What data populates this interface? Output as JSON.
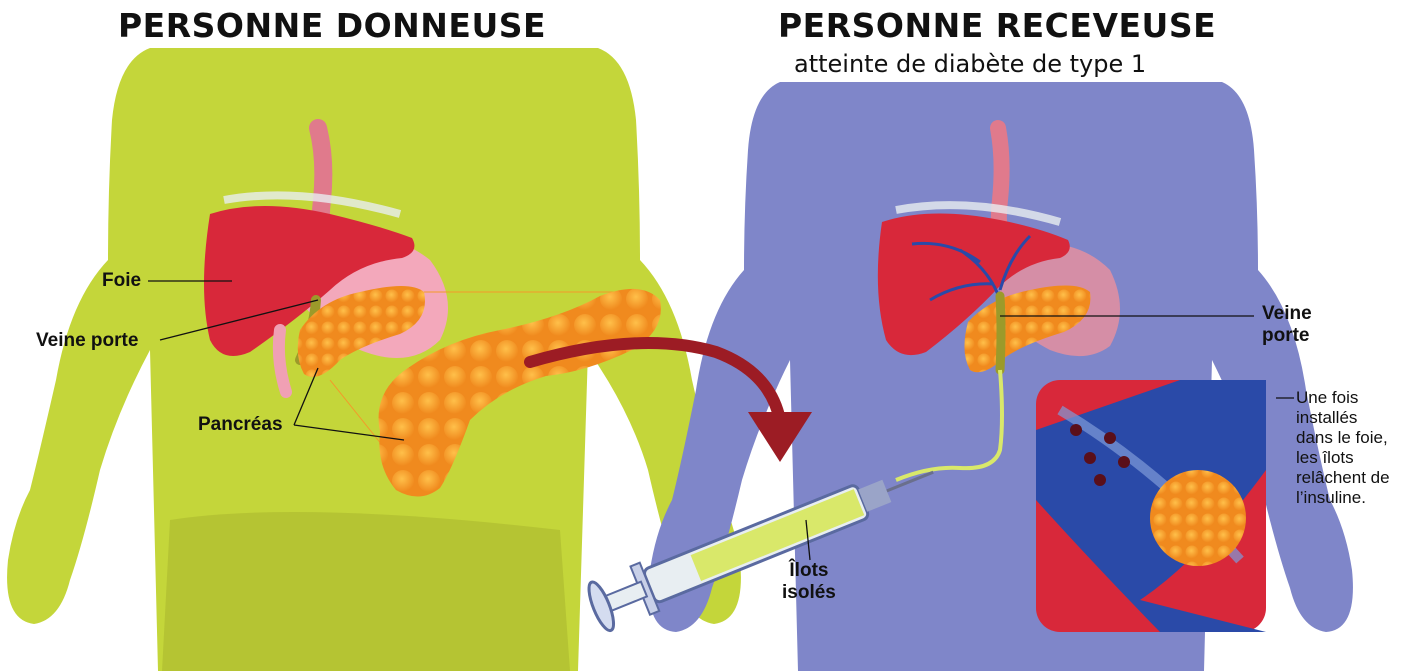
{
  "titles": {
    "donor": "PERSONNE DONNEUSE",
    "recipient": "PERSONNE RECEVEUSE",
    "recipient_subtitle": "atteinte de diabète de type 1"
  },
  "labels": {
    "liver": "Foie",
    "portal_vein_donor": "Veine porte",
    "pancreas": "Pancréas",
    "portal_vein_recipient_line1": "Veine",
    "portal_vein_recipient_line2": "porte",
    "islets_line1": "Îlots",
    "islets_line2": "isolés"
  },
  "note": {
    "lines": [
      "Une fois",
      "installés",
      "dans le foie,",
      "les îlots",
      "relâchent de",
      "l’insuline."
    ]
  },
  "colors": {
    "donor_body": "#c4d63a",
    "recipient_body": "#7f86c9",
    "liver": "#d8283a",
    "pancreas": "#f39a2a",
    "arrow": "#9c1c24",
    "vein_blue": "#2a4aa8",
    "syringe_fluid": "#d9e86a"
  }
}
